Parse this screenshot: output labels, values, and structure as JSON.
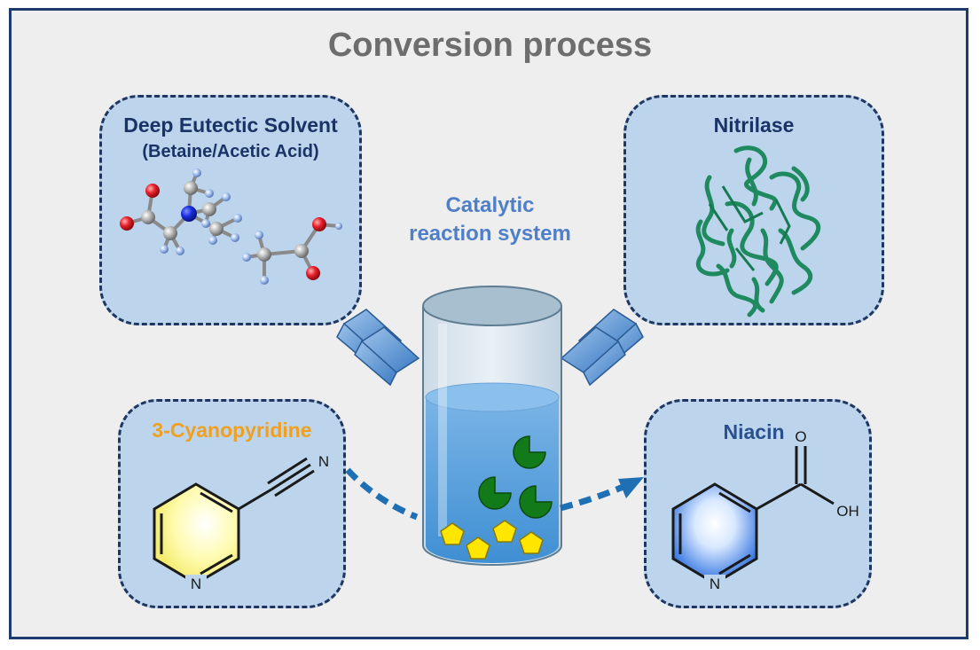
{
  "title": "Conversion process",
  "panels": {
    "des": {
      "title": "Deep Eutectic Solvent",
      "subtitle": "(Betaine/Acetic Acid)"
    },
    "enzyme": {
      "title": "Nitrilase"
    },
    "substrate": {
      "title": "3-Cyanopyridine",
      "atom_n_nitrile": "N",
      "atom_n_ring": "N"
    },
    "product": {
      "title": "Niacin",
      "atom_o": "O",
      "atom_oh": "OH",
      "atom_n_ring": "N"
    }
  },
  "center": {
    "line1": "Catalytic",
    "line2": "reaction system"
  },
  "colors": {
    "frame": "#1f3b6b",
    "panel_fill": "#bcd5ec",
    "title": "#6d6d6d",
    "des_title": "#1a3366",
    "substrate_title": "#f0a020",
    "product_title": "#2a4f8f",
    "center_text": "#4f7fc8",
    "protein": "#1f8a60",
    "arrow": "#1f6fb5",
    "liquid": "#4f9ad8",
    "enzyme_pac": "#137a1a",
    "substrate_pentagon": "#ffe600"
  }
}
